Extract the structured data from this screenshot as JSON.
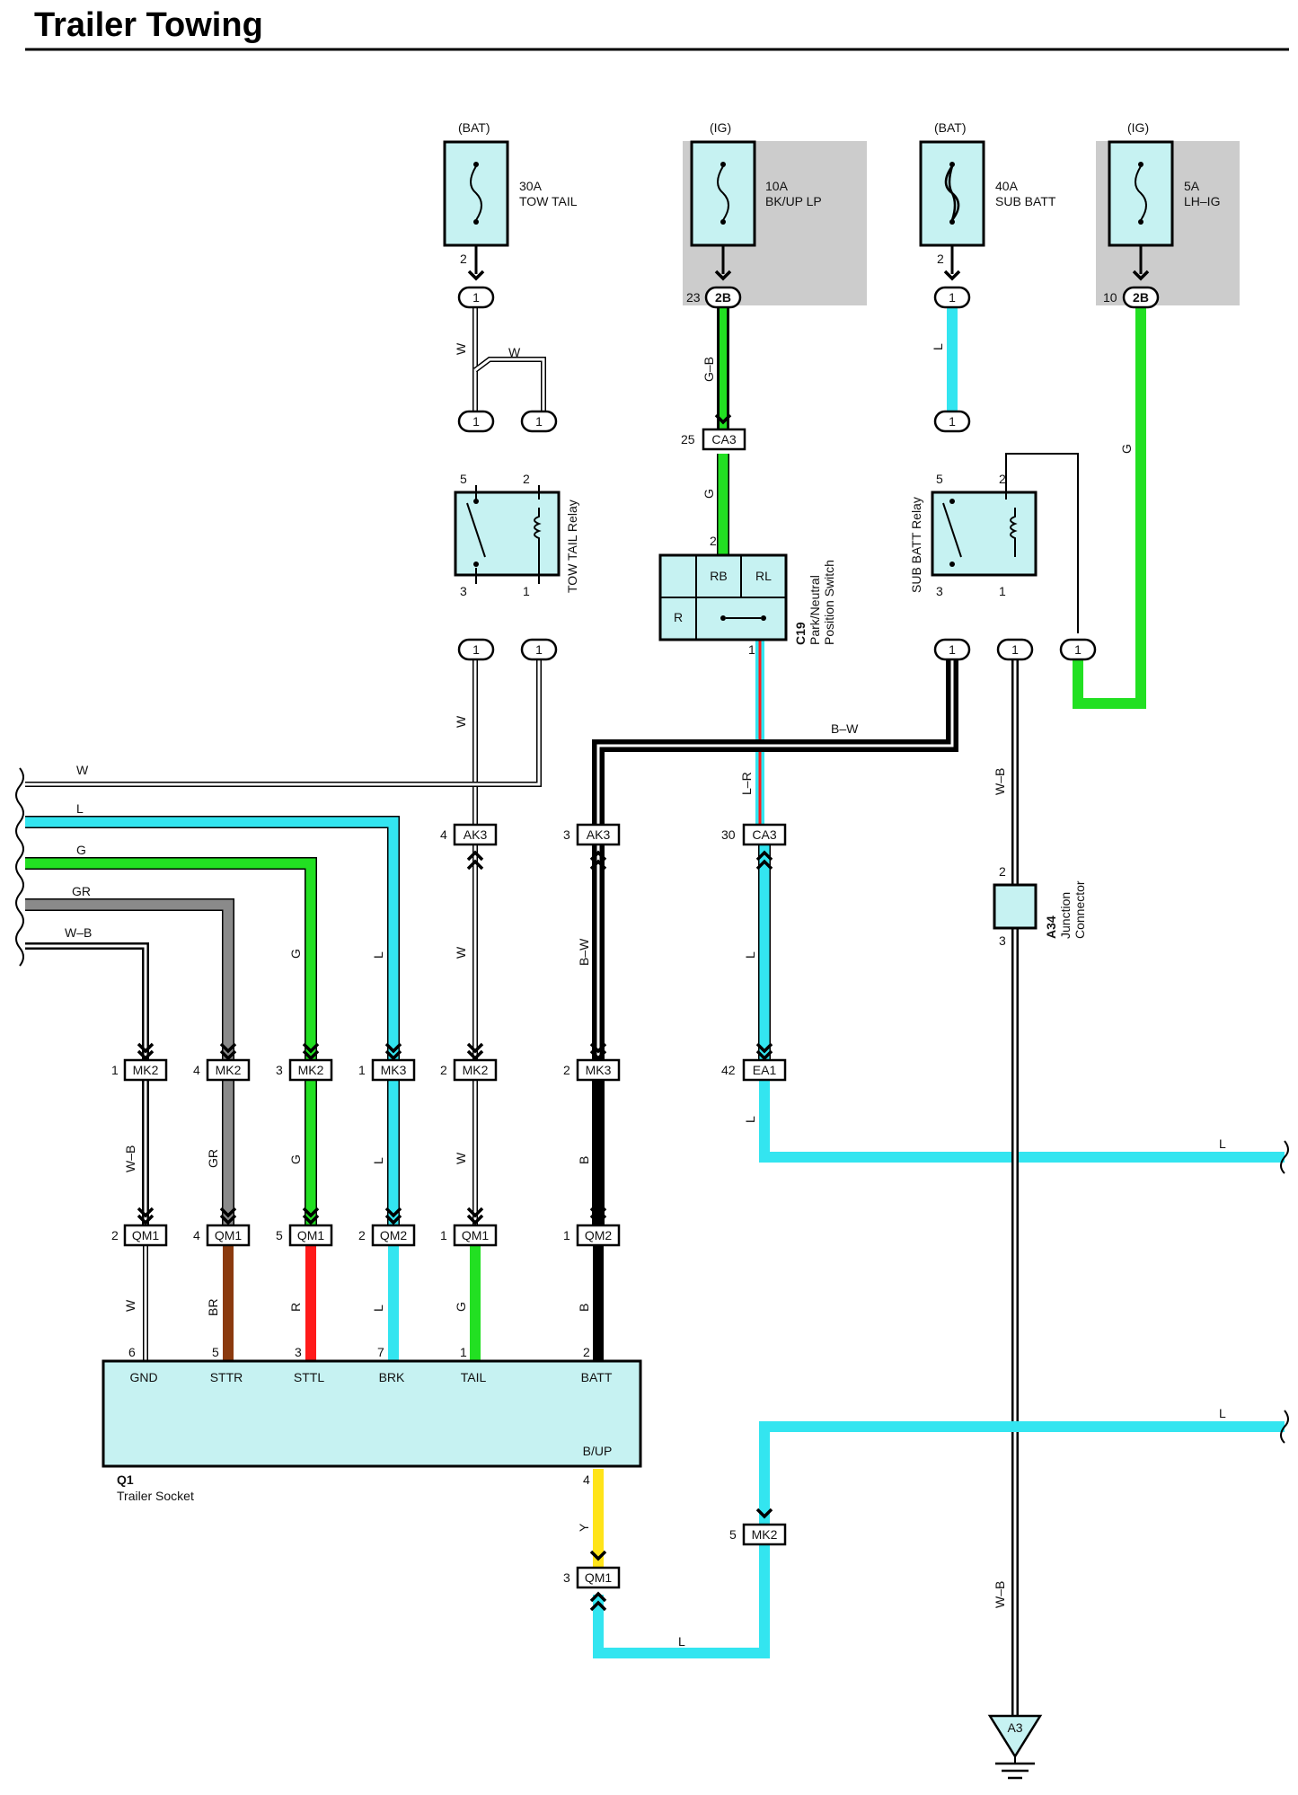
{
  "title": "Trailer Towing",
  "colors": {
    "W": "#ffffff",
    "L": "#33e5f0",
    "G": "#22e022",
    "GR": "#8a8a8a",
    "B": "#000000",
    "BR": "#8b3a0e",
    "R": "#ff1a1a",
    "Y": "#ffe419",
    "component_fill": "#c6f2f2",
    "shade": "#cccccc"
  },
  "fuses": [
    {
      "source": "(BAT)",
      "amps": "30A",
      "name": "TOW TAIL",
      "pin": "2",
      "conn": "1",
      "conn_pin": ""
    },
    {
      "source": "(IG)",
      "amps": "10A",
      "name": "BK/UP LP",
      "pin": "",
      "conn": "2B",
      "conn_pin": "23"
    },
    {
      "source": "(BAT)",
      "amps": "40A",
      "name": "SUB BATT",
      "pin": "2",
      "conn": "1",
      "conn_pin": ""
    },
    {
      "source": "(IG)",
      "amps": "5A",
      "name": "LH–IG",
      "pin": "",
      "conn": "2B",
      "conn_pin": "10"
    }
  ],
  "relays": {
    "tow_tail": {
      "name": "TOW TAIL Relay",
      "pins": [
        "5",
        "2",
        "3",
        "1"
      ]
    },
    "sub_batt": {
      "name": "SUB BATT Relay",
      "pins": [
        "5",
        "2",
        "3",
        "1"
      ]
    }
  },
  "switch": {
    "code": "C19",
    "name_line1": "Park/Neutral",
    "name_line2": "Position Switch",
    "cells": [
      "RB",
      "RL",
      "R"
    ],
    "pin_top": "2",
    "pin_bottom": "1"
  },
  "junction": {
    "code": "A34",
    "name_line1": "Junction",
    "name_line2": "Connector",
    "pin_top": "2",
    "pin_bottom": "3"
  },
  "socket": {
    "code": "Q1",
    "name": "Trailer Socket",
    "pins": [
      "GND",
      "STTR",
      "STTL",
      "BRK",
      "TAIL",
      "BATT"
    ],
    "pin_nums": [
      "6",
      "5",
      "3",
      "7",
      "1",
      "2"
    ],
    "bup": "B/UP",
    "bup_pin": "4"
  },
  "ground": "A3",
  "connectors": {
    "c_tt_in_a": "1",
    "c_tt_in_b": "1",
    "c_tt_out_a": "1",
    "c_tt_out_b": "1",
    "ca3_top": "CA3",
    "ca3_top_pin": "25",
    "c_sb_in": "1",
    "c_sb_out_a": "1",
    "c_sb_out_b": "1",
    "c_sb_out_c": "1",
    "ak3_a": "AK3",
    "ak3_a_pin": "4",
    "ak3_b": "AK3",
    "ak3_b_pin": "3",
    "ca3_mid": "CA3",
    "ca3_mid_pin": "30",
    "ea1": "EA1",
    "ea1_pin": "42",
    "mk_row": [
      {
        "name": "MK2",
        "pin": "1"
      },
      {
        "name": "MK2",
        "pin": "4"
      },
      {
        "name": "MK2",
        "pin": "3"
      },
      {
        "name": "MK3",
        "pin": "1"
      },
      {
        "name": "MK2",
        "pin": "2"
      },
      {
        "name": "MK3",
        "pin": "2"
      }
    ],
    "qm_row": [
      {
        "name": "QM1",
        "pin": "2"
      },
      {
        "name": "QM1",
        "pin": "4"
      },
      {
        "name": "QM1",
        "pin": "5"
      },
      {
        "name": "QM2",
        "pin": "2"
      },
      {
        "name": "QM1",
        "pin": "1"
      },
      {
        "name": "QM2",
        "pin": "1"
      }
    ],
    "qm_bottom": {
      "name": "QM1",
      "pin": "3"
    },
    "mk_bottom": {
      "name": "MK2",
      "pin": "5"
    }
  },
  "wire_labels": {
    "w_top": "W",
    "w_loop": "W",
    "gb": "G–B",
    "g_sw": "G",
    "l_sb": "L",
    "g_right": "G",
    "w_mid": "W",
    "bw_h": "B–W",
    "lr": "L–R",
    "wb_j": "W–B",
    "left_w": "W",
    "left_l": "L",
    "left_g": "G",
    "left_gr": "GR",
    "left_wb": "W–B",
    "v_g": "G",
    "v_l": "L",
    "v_w": "W",
    "v_bw": "B–W",
    "v_l2": "L",
    "m_wb": "W–B",
    "m_gr": "GR",
    "m_g": "G",
    "m_l": "L",
    "m_w": "W",
    "m_b": "B",
    "l_right1": "L",
    "s_w": "W",
    "s_br": "BR",
    "s_r": "R",
    "s_l": "L",
    "s_g": "G",
    "s_b": "B",
    "y": "Y",
    "l_bottom": "L",
    "l_right2": "L",
    "wb_bottom": "W–B"
  }
}
